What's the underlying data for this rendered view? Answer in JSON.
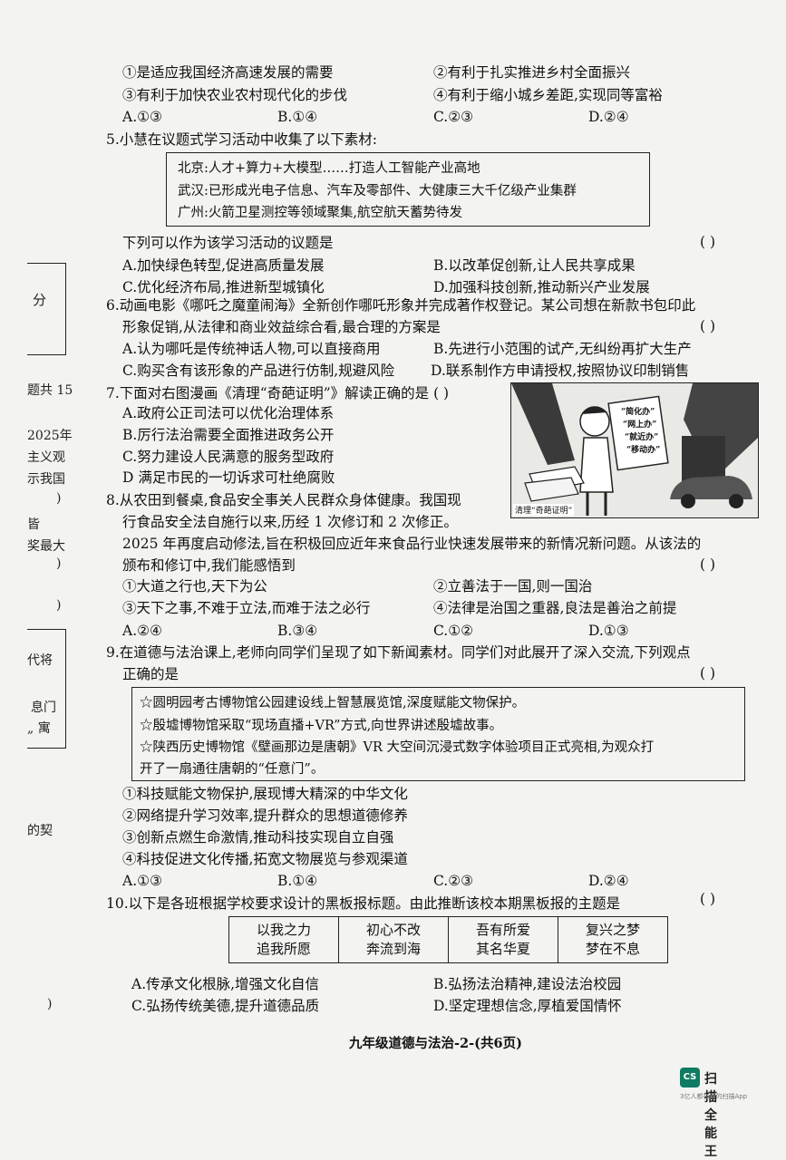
{
  "q4": {
    "s1": "①是适应我国经济高速发展的需要",
    "s2": "②有利于扎实推进乡村全面振兴",
    "s3": "③有利于加快农业农村现代化的步伐",
    "s4": "④有利于缩小城乡差距,实现同等富裕",
    "a": "A.①③",
    "b": "B.①④",
    "c": "C.②③",
    "d": "D.②④"
  },
  "q5": {
    "stem": "5.小慧在议题式学习活动中收集了以下素材:",
    "box": [
      "北京:人才+算力+大模型……打造人工智能产业高地",
      "武汉:已形成光电子信息、汽车及零部件、大健康三大千亿级产业集群",
      "广州:火箭卫星测控等领域聚集,航空航天蓄势待发"
    ],
    "ask": "下列可以作为该学习活动的议题是",
    "paren": "(     )",
    "a": "A.加快绿色转型,促进高质量发展",
    "b": "B.以改革促创新,让人民共享成果",
    "c": "C.优化经济布局,推进新型城镇化",
    "d": "D.加强科技创新,推动新兴产业发展"
  },
  "q6": {
    "l1": "6.动画电影《哪吒之魔童闹海》全新创作哪吒形象并完成著作权登记。某公司想在新款书包印此",
    "l2": "形象促销,从法律和商业效益综合看,最合理的方案是",
    "paren": "(     )",
    "a": "A.认为哪吒是传统神话人物,可以直接商用",
    "b": "B.先进行小范围的试产,无纠纷再扩大生产",
    "c": "C.购买含有该形象的产品进行仿制,规避风险",
    "d": "D.联系制作方申请授权,按照协议印制销售"
  },
  "q7": {
    "stem": "7.下面对右图漫画《清理“奇葩证明”》解读正确的是 (      )",
    "a": "A.政府公正司法可以优化治理体系",
    "b": "B.厉行法治需要全面推进政务公开",
    "c": "C.努力建设人民满意的服务型政府",
    "d": "D 满足市民的一切诉求可杜绝腐败",
    "sign": [
      "“简化办”",
      "“网上办”",
      "“就近办”",
      "“移动办”"
    ],
    "caption": "清理“奇葩证明”"
  },
  "q8": {
    "l1": "8.从农田到餐桌,食品安全事关人民群众身体健康。我国现",
    "l2": "行食品安全法自施行以来,历经 1 次修订和 2 次修正。",
    "l3": "2025 年再度启动修法,旨在积极回应近年来食品行业快速发展带来的新情况新问题。从该法的",
    "l4": "颁布和修订中,我们能感悟到",
    "paren": "(     )",
    "s1": "①大道之行也,天下为公",
    "s2": "②立善法于一国,则一国治",
    "s3": "③天下之事,不难于立法,而难于法之必行",
    "s4": "④法律是治国之重器,良法是善治之前提",
    "a": "A.②④",
    "b": "B.③④",
    "c": "C.①②",
    "d": "D.①③"
  },
  "q9": {
    "l1": "9.在道德与法治课上,老师向同学们呈现了如下新闻素材。同学们对此展开了深入交流,下列观点",
    "l2": "正确的是",
    "paren": "(     )",
    "box": [
      "☆圆明园考古博物馆公园建设线上智慧展览馆,深度赋能文物保护。",
      "☆殷墟博物馆采取“现场直播+VR”方式,向世界讲述殷墟故事。",
      "☆陕西历史博物馆《壁画那边是唐朝》VR 大空间沉浸式数字体验项目正式亮相,为观众打",
      "开了一扇通往唐朝的“任意门”。"
    ],
    "s1": "①科技赋能文物保护,展现博大精深的中华文化",
    "s2": "②网络提升学习效率,提升群众的思想道德修养",
    "s3": "③创新点燃生命激情,推动科技实现自立自强",
    "s4": "④科技促进文化传播,拓宽文物展览与参观渠道",
    "a": "A.①③",
    "b": "B.①④",
    "c": "C.②③",
    "d": "D.②④"
  },
  "q10": {
    "stem": "10.以下是各班根据学校要求设计的黑板报标题。由此推断该校本期黑板报的主题是",
    "paren": "(     )",
    "cells": [
      [
        "以我之力",
        "追我所愿"
      ],
      [
        "初心不改",
        "奔流到海"
      ],
      [
        "吾有所爱",
        "其名华夏"
      ],
      [
        "复兴之梦",
        "梦在不息"
      ]
    ],
    "a": "A.传承文化根脉,增强文化自信",
    "b": "B.弘扬法治精神,建设法治校园",
    "c": "C.弘扬传统美德,提升道德品质",
    "d": "D.坚定理想信念,厚植爱国情怀"
  },
  "margin": {
    "fen": "分",
    "t1": "题共 15",
    "t2": "2025年",
    "t3": "主义观",
    "t4": "示我国",
    "t5": ")",
    "t6": "皆",
    "t7": "奖最大",
    "t8": ")",
    "t9": ")",
    "t10": "代将",
    "t11": "息门",
    "t12": "„ 寓",
    "t13": "的契",
    "t14": ")"
  },
  "footer": "九年级道德与法治-2-(共6页)",
  "watermark": {
    "logo": "CS",
    "title": "扫描全能王",
    "sub": "3亿人都在用的扫描App"
  }
}
